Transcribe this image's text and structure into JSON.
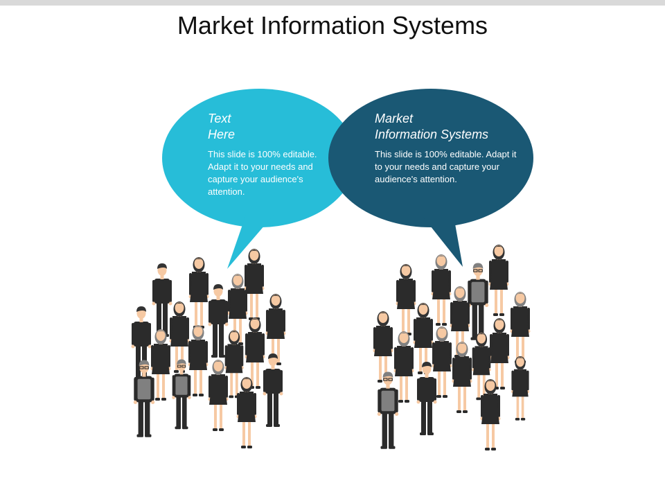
{
  "slide": {
    "title": "Market Information Systems"
  },
  "bubbles": [
    {
      "heading": "Text\nHere",
      "body": "This slide is 100% editable. Adapt it to your needs and capture your audience's attention.",
      "color": "#27bdd8"
    },
    {
      "heading": "Market\nInformation Systems",
      "body": "This slide is 100% editable. Adapt it to your needs and capture your audience's attention.",
      "color": "#1a5874"
    }
  ],
  "colors": {
    "clothing": "#2b2b2b",
    "hair_dark": "#333333",
    "hair_gray": "#808080",
    "skin": "#f6c9a3",
    "top_bar": "#d9d9d9"
  }
}
